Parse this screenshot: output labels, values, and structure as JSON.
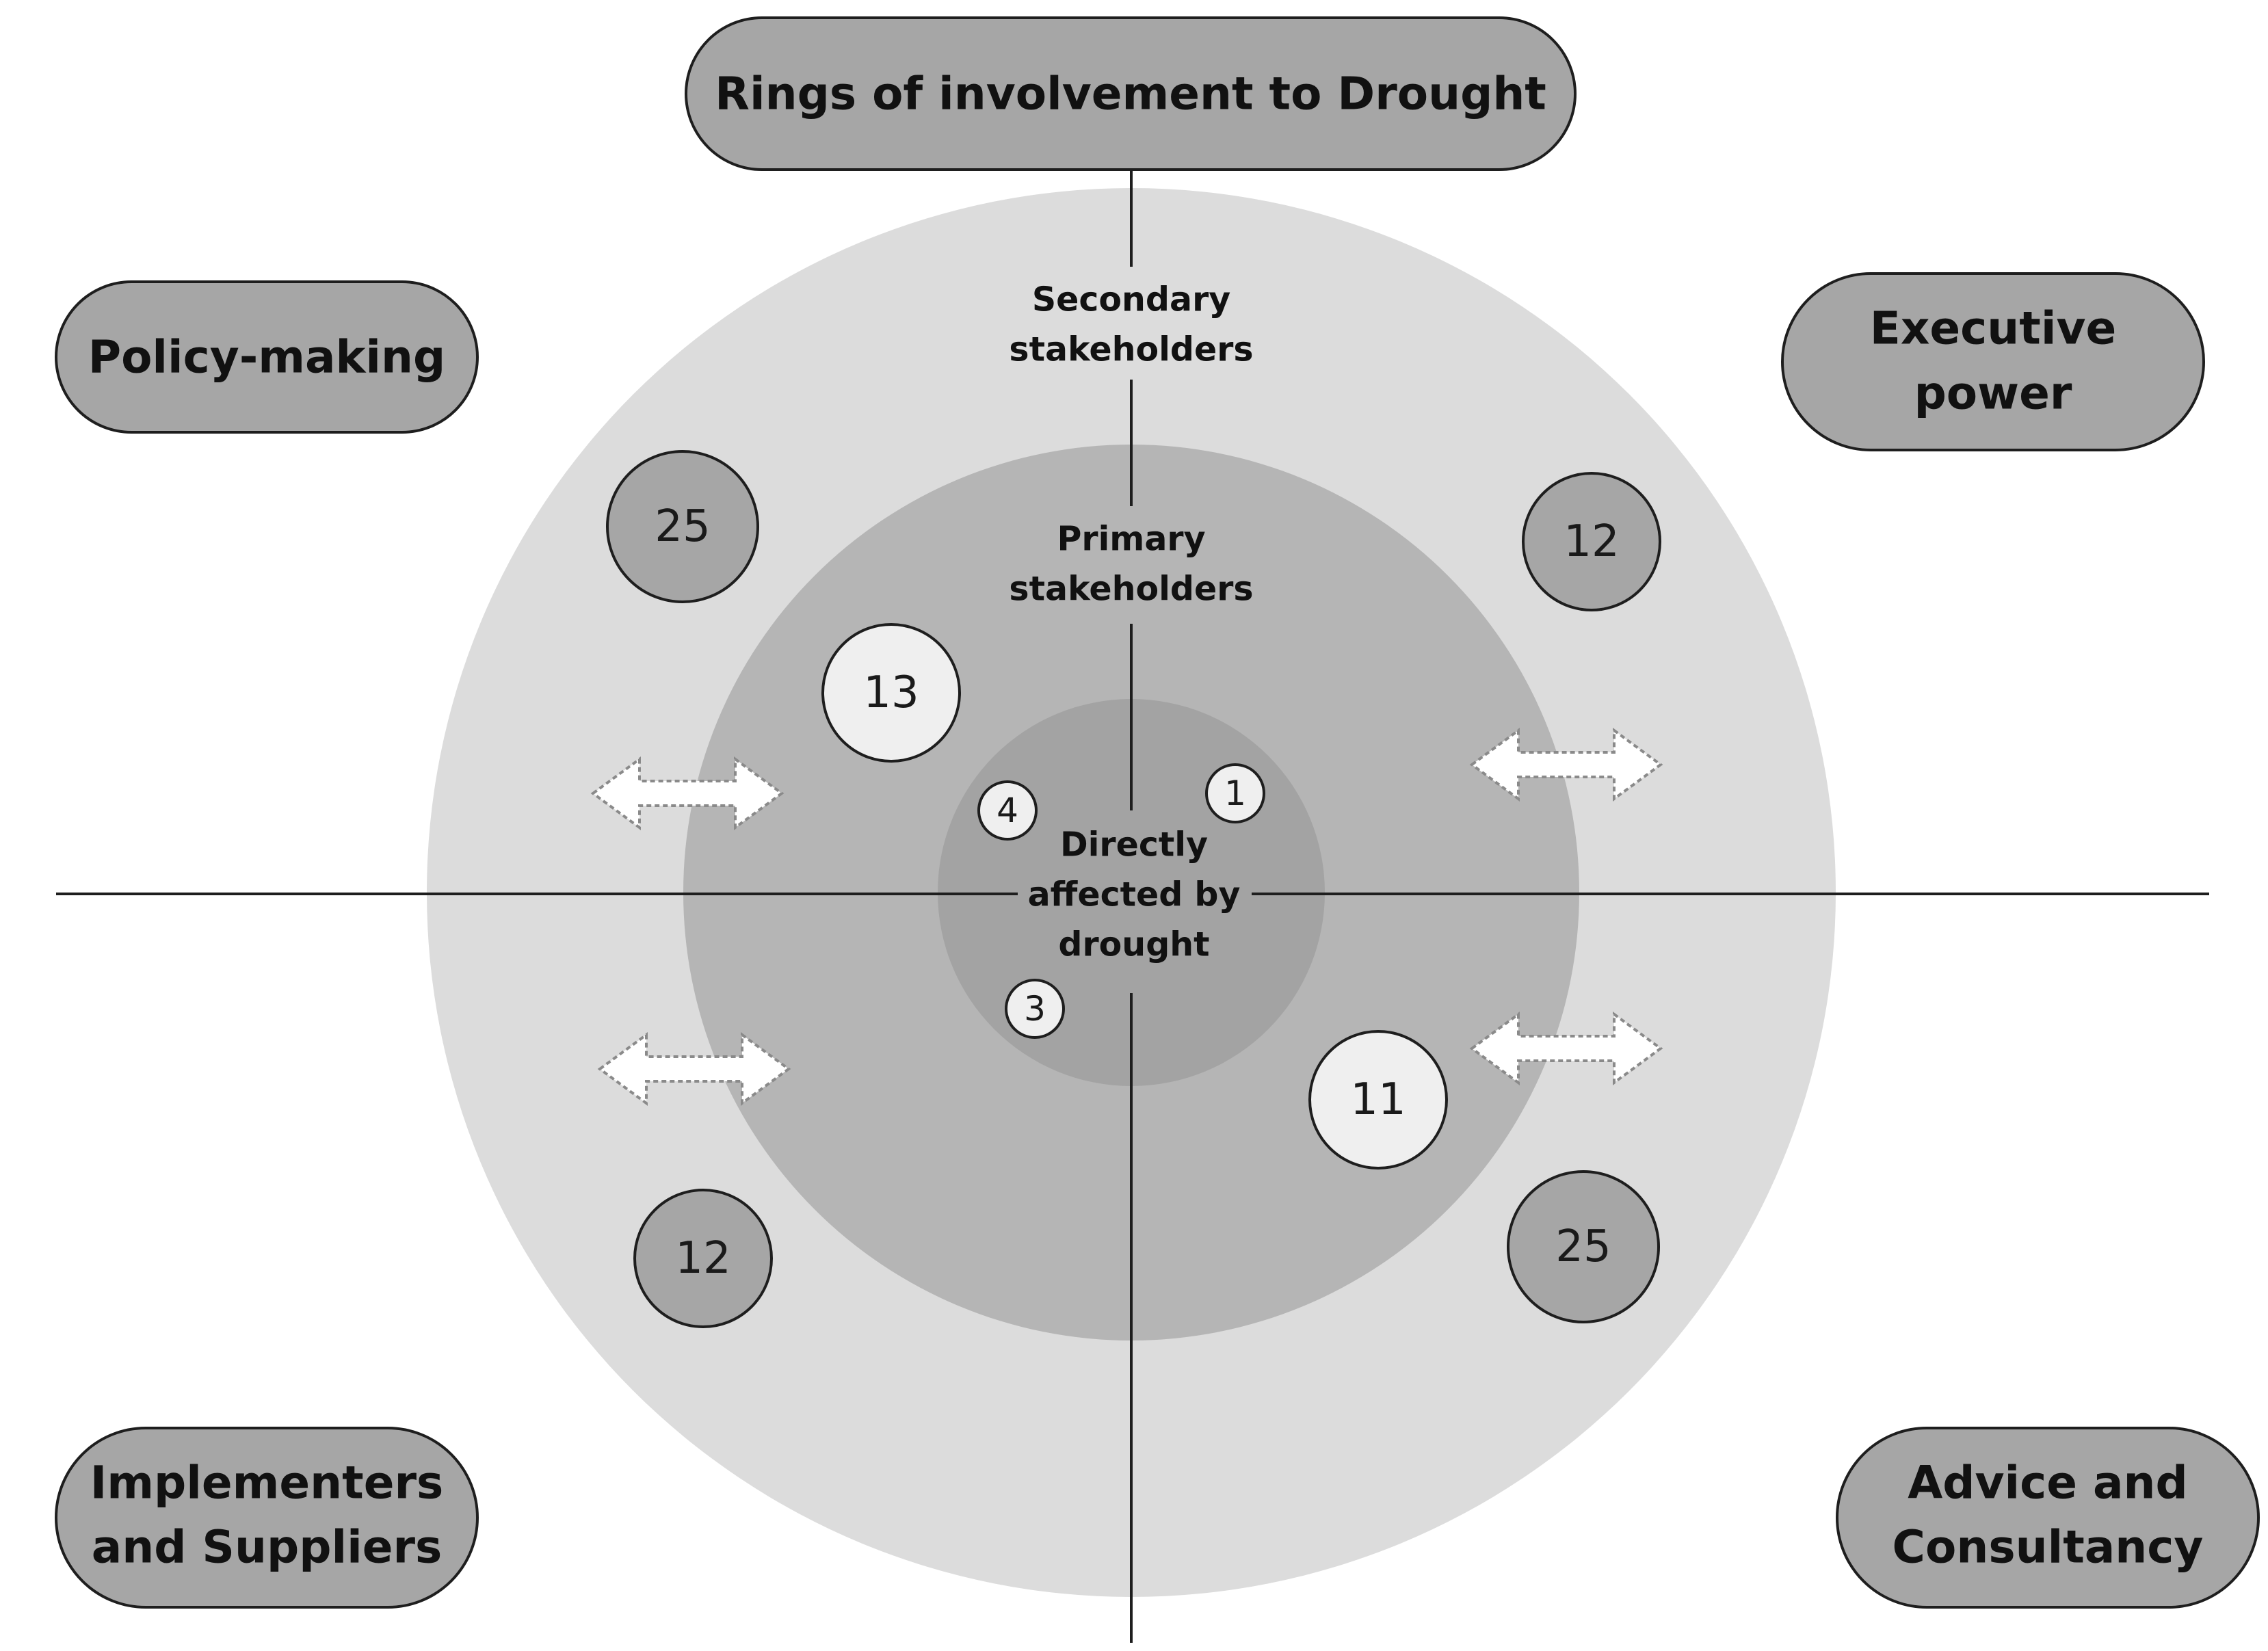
{
  "title": "Rings of involvement to Drought",
  "quadrants": {
    "top_left": "Policy-making",
    "top_right_line1": "Executive",
    "top_right_line2": "power",
    "bottom_left_line1": "Implementers",
    "bottom_left_line2": "and Suppliers",
    "bottom_right_line1": "Advice and",
    "bottom_right_line2": "Consultancy"
  },
  "rings": {
    "secondary_line1": "Secondary",
    "secondary_line2": "stakeholders",
    "primary_line1": "Primary",
    "primary_line2": "stakeholders",
    "core_line1": "Directly",
    "core_line2": "affected by",
    "core_line3": "drought"
  },
  "counts": {
    "policy_secondary": "25",
    "policy_primary": "13",
    "policy_direct": "4",
    "executive_secondary": "12",
    "executive_direct": "1",
    "implementers_secondary": "12",
    "implementers_direct": "3",
    "advice_secondary": "25",
    "advice_primary": "11"
  },
  "colors": {
    "outer_ring": "#dcdcdc",
    "middle_ring": "#b5b5b5",
    "inner_ring": "#a3a3a3",
    "label_fill": "#a6a6a6",
    "light_bubble": "#efefef",
    "line": "#1e1e1e"
  }
}
